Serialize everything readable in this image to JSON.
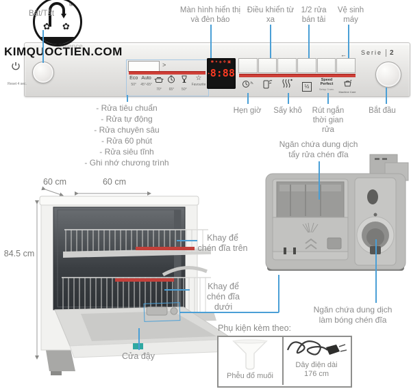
{
  "watermark": {
    "site": "KIMQUOCTIEN.COM"
  },
  "callouts_top": {
    "power": "Bật/Tắt",
    "display": "Màn hình hiển thị và đèn báo",
    "remote": "Điều khiển từ xa",
    "half_load": "1/2 rửa bán tải",
    "machine_clean": "Vệ sinh máy"
  },
  "panel": {
    "brand": "Silence",
    "series_label": "Serie",
    "series_number": "2",
    "reset_label": "Reset 4 sec.",
    "back_arrow": "←",
    "chevron": ">",
    "display_value": "8:88",
    "programs": [
      {
        "label": "Eco",
        "temp": "50°"
      },
      {
        "label": "Auto",
        "temp": "45°-65°"
      },
      {
        "label": "",
        "temp": "70°"
      },
      {
        "label": "",
        "temp": "65°"
      },
      {
        "label": "",
        "temp": "50°"
      },
      {
        "label": "☆",
        "temp": "Favourite"
      }
    ],
    "options": {
      "timer_suffix": "h.",
      "half_glyph": "½",
      "speed_line1": "Speed",
      "speed_line2": "Perfect",
      "speed_sub": "Setup 3 sec.",
      "care_label": "Machine Care"
    }
  },
  "program_list": {
    "items": [
      "- Rửa tiêu chuẩn",
      "- Rửa tự động",
      "- Rửa chuyên sâu",
      "- Rửa 60 phút",
      "- Rửa siêu tĩnh",
      "- Ghi nhớ chương trình"
    ]
  },
  "callouts_bottom": {
    "timer": "Hẹn giờ",
    "dry": "Sấy khô",
    "shorten": "Rút ngắn thời gian rửa",
    "start": "Bắt đầu"
  },
  "dispenser": {
    "detergent": "Ngăn chứa dung dịch tẩy rửa chén đĩa",
    "rinse": "Ngăn chứa dung dịch làm bóng chén đĩa"
  },
  "dimensions": {
    "depth": "60 cm",
    "width": "60 cm",
    "height": "84.5 cm"
  },
  "machine": {
    "upper_rack": "Khay để chén đĩa trên",
    "lower_rack": "Khay để chén đĩa dưới",
    "door": "Cửa đậy"
  },
  "accessories": {
    "title": "Phụ kiện kèm theo:",
    "funnel": "Phễu đổ muối",
    "cord": "Dây điện dài 176 cm"
  },
  "colors": {
    "accent_blue": "#4a9fd6",
    "accent_red": "#c2403a",
    "display_red": "#ff3b23"
  }
}
